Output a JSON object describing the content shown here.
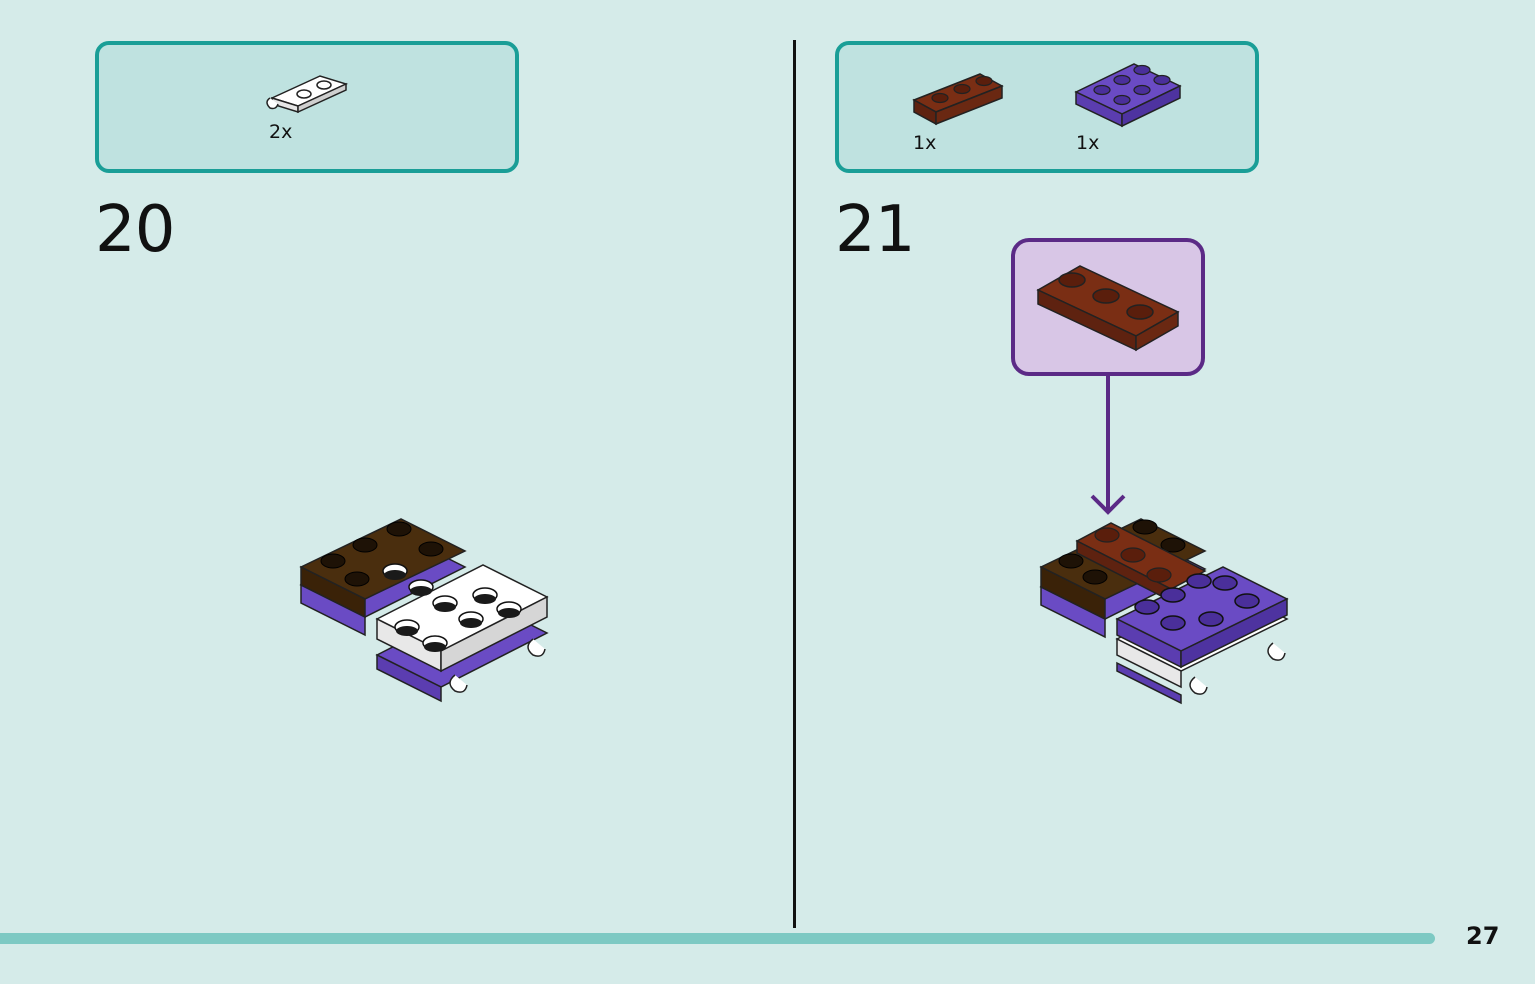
{
  "steps": [
    {
      "number": "20",
      "parts": [
        {
          "piece": "white-clip-plate-1x2",
          "quantity": "2x"
        }
      ]
    },
    {
      "number": "21",
      "parts": [
        {
          "piece": "brown-plate-1x3",
          "quantity": "1x"
        },
        {
          "piece": "purple-plate-2x3",
          "quantity": "1x"
        }
      ]
    }
  ],
  "page_number": "27",
  "colors": {
    "background": "#d5ebe9",
    "parts_box_border": "#1a9e97",
    "parts_box_fill": "#bfe2e0",
    "callout_border": "#5b2a86",
    "callout_fill": "#d8c6e6",
    "arrow": "#5b2a86",
    "page_bar": "#7dc9c3",
    "brick_dark_brown": "#4a2e0e",
    "brick_reddish_brown": "#7a2e14",
    "brick_purple": "#6a4bc4",
    "brick_white": "#ffffff"
  }
}
